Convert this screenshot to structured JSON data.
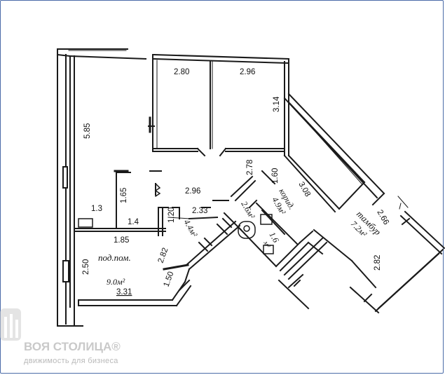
{
  "dimensions": {
    "d_2_80": "2.80",
    "d_2_96_top": "2.96",
    "d_3_14": "3.14",
    "d_5_85": "5.85",
    "d_2_78": "2.78",
    "d_1_60": "1.60",
    "d_3_08": "3.08",
    "d_2_66": "2.66",
    "d_2_96_mid": "2.96",
    "d_1_65": "1.65",
    "d_1_3": "1.3",
    "d_1_4": "1.4",
    "d_2_33": "2.33",
    "d_1_20": "1.20",
    "d_1_85": "1.85",
    "d_2_50": "2.50",
    "d_2_82_left": "2.82",
    "d_1_50": "1.50",
    "d_3_31": "3.31",
    "d_2_82_right": "2.82"
  },
  "rooms": {
    "podpom_name": "под.пом.",
    "podpom_area": "9.0м²",
    "koridor_name": "корид.",
    "koridor_area": "4.9м²",
    "bath_area": "2.6м²",
    "wc_area": "1.6",
    "wc_unit": "м²",
    "small_area": "4.4м²",
    "tambur_name": "тамбур",
    "tambur_area": "7.2м²"
  },
  "watermark": {
    "brand": "ВОЯ СТОЛИЦА®",
    "tagline": "движимость для бизнеса"
  },
  "colors": {
    "frame": "#4a6ba8",
    "walls": "#1a1a1a",
    "watermark": "#c9c9c9"
  }
}
